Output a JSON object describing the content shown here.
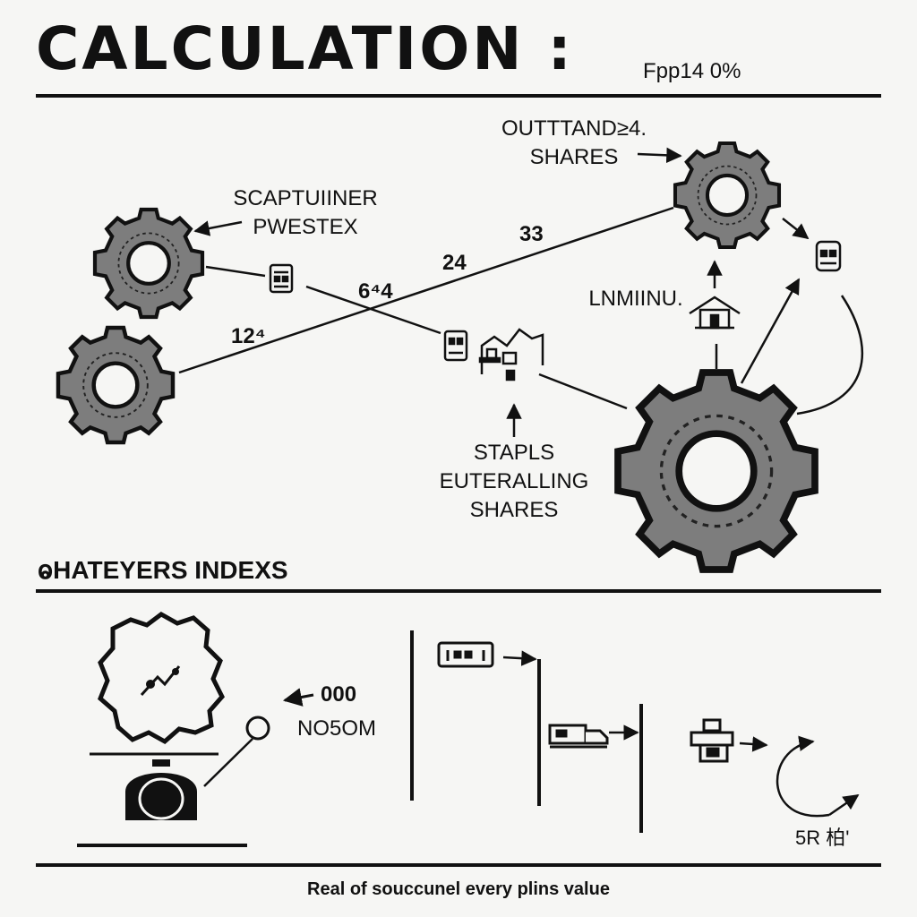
{
  "header": {
    "title": "CALCULATION :",
    "subtitle": "Fpp14 0%"
  },
  "diagram": {
    "label_outstanding": [
      "OUTTTAND≥4.",
      "SHARES"
    ],
    "label_scaptuiner": [
      "SCAPTUIINER",
      "PWESTEX"
    ],
    "label_lnmimu": "LNMIINU.",
    "label_staples": [
      "STAPLS",
      "EUTERALLING",
      "SHARES"
    ],
    "num_33": "33",
    "num_24": "24",
    "num_64": "6⁴4",
    "num_124": "12⁴",
    "colors": {
      "gear": "#7d7d7d",
      "gear_dark": "#1a1a1a",
      "line": "#111111",
      "background": "#f6f6f4"
    }
  },
  "lower": {
    "section_title": "ⱺHATEYERS INDEXS",
    "value_000": "000",
    "label_nosom": "NO5OM",
    "label_5r": "5R 柏'"
  },
  "footer": {
    "caption": "Real of souccunel every plins value"
  }
}
